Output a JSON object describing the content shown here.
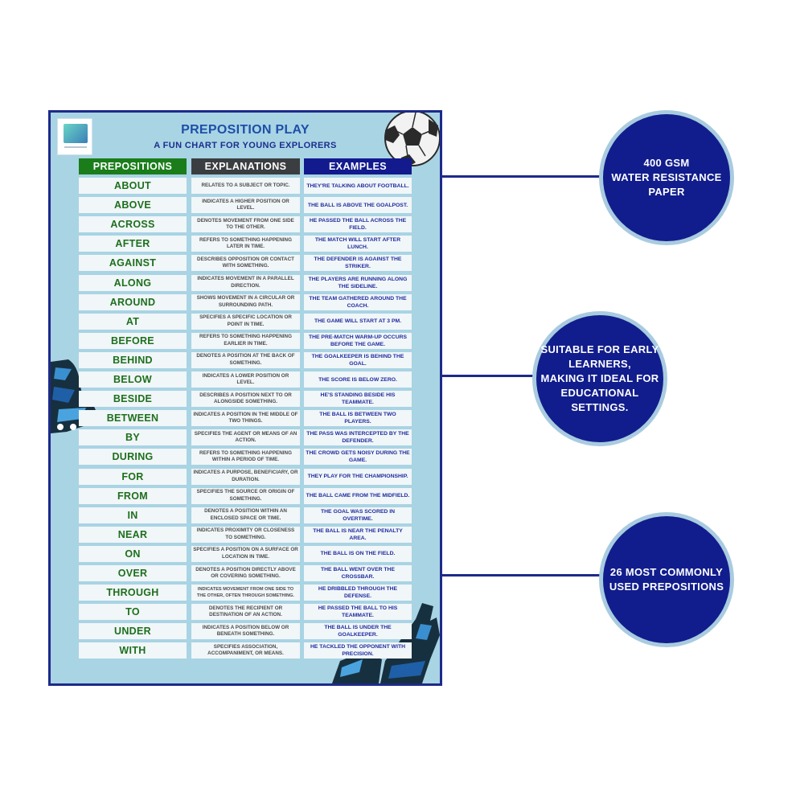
{
  "poster": {
    "title": "PREPOSITION PLAY",
    "subtitle": "A FUN CHART FOR YOUNG EXPLORERS",
    "headers": {
      "prepositions": "PREPOSITIONS",
      "explanations": "EXPLANATIONS",
      "examples": "EXAMPLES"
    },
    "rows": [
      {
        "word": "ABOUT",
        "explanation": "RELATES TO A SUBJECT OR TOPIC.",
        "example": "THEY'RE TALKING ABOUT FOOTBALL."
      },
      {
        "word": "ABOVE",
        "explanation": "INDICATES A HIGHER POSITION OR LEVEL.",
        "example": "THE BALL IS ABOVE THE GOALPOST."
      },
      {
        "word": "ACROSS",
        "explanation": "DENOTES MOVEMENT FROM ONE SIDE TO THE OTHER.",
        "example": "HE PASSED THE BALL ACROSS THE FIELD."
      },
      {
        "word": "AFTER",
        "explanation": "REFERS TO SOMETHING HAPPENING LATER IN TIME.",
        "example": "THE MATCH WILL START AFTER LUNCH."
      },
      {
        "word": "AGAINST",
        "explanation": "DESCRIBES OPPOSITION OR CONTACT WITH SOMETHING.",
        "example": "THE DEFENDER IS AGAINST THE STRIKER."
      },
      {
        "word": "ALONG",
        "explanation": "INDICATES MOVEMENT IN A PARALLEL DIRECTION.",
        "example": "THE PLAYERS ARE RUNNING ALONG THE SIDELINE."
      },
      {
        "word": "AROUND",
        "explanation": "SHOWS MOVEMENT IN A CIRCULAR OR SURROUNDING PATH.",
        "example": "THE TEAM GATHERED AROUND THE COACH."
      },
      {
        "word": "AT",
        "explanation": "SPECIFIES A SPECIFIC LOCATION OR POINT IN TIME.",
        "example": "THE GAME WILL START AT 3 PM."
      },
      {
        "word": "BEFORE",
        "explanation": "REFERS TO SOMETHING HAPPENING EARLIER IN TIME.",
        "example": "THE PRE-MATCH WARM-UP OCCURS BEFORE THE GAME."
      },
      {
        "word": "BEHIND",
        "explanation": "DENOTES A POSITION AT THE BACK OF SOMETHING.",
        "example": "THE GOALKEEPER IS BEHIND THE GOAL."
      },
      {
        "word": "BELOW",
        "explanation": "INDICATES A LOWER POSITION OR LEVEL.",
        "example": "THE SCORE IS BELOW ZERO."
      },
      {
        "word": "BESIDE",
        "explanation": "DESCRIBES A POSITION NEXT TO OR ALONGSIDE SOMETHING.",
        "example": "HE'S STANDING BESIDE HIS TEAMMATE."
      },
      {
        "word": "BETWEEN",
        "explanation": "INDICATES A POSITION IN THE MIDDLE OF TWO THINGS.",
        "example": "THE BALL IS BETWEEN TWO PLAYERS."
      },
      {
        "word": "BY",
        "explanation": "SPECIFIES THE AGENT OR MEANS OF AN ACTION.",
        "example": "THE PASS WAS INTERCEPTED BY THE DEFENDER."
      },
      {
        "word": "DURING",
        "explanation": "REFERS TO SOMETHING HAPPENING WITHIN A PERIOD OF TIME.",
        "example": "THE CROWD GETS NOISY DURING THE GAME."
      },
      {
        "word": "FOR",
        "explanation": "INDICATES A PURPOSE, BENEFICIARY, OR DURATION.",
        "example": "THEY PLAY FOR THE CHAMPIONSHIP."
      },
      {
        "word": "FROM",
        "explanation": "SPECIFIES THE SOURCE OR ORIGIN OF SOMETHING.",
        "example": "THE BALL CAME FROM THE MIDFIELD."
      },
      {
        "word": "IN",
        "explanation": "DENOTES A POSITION WITHIN AN ENCLOSED SPACE OR TIME.",
        "example": "THE GOAL WAS SCORED IN OVERTIME."
      },
      {
        "word": "NEAR",
        "explanation": "INDICATES PROXIMITY OR CLOSENESS TO SOMETHING.",
        "example": "THE BALL IS NEAR THE PENALTY AREA."
      },
      {
        "word": "ON",
        "explanation": "SPECIFIES A POSITION ON A SURFACE OR LOCATION IN TIME.",
        "example": "THE BALL IS ON THE FIELD."
      },
      {
        "word": "OVER",
        "explanation": "DENOTES A POSITION DIRECTLY ABOVE OR COVERING SOMETHING.",
        "example": "THE BALL WENT OVER THE CROSSBAR."
      },
      {
        "word": "THROUGH",
        "explanation": "INDICATES MOVEMENT FROM ONE SIDE TO THE OTHER, OFTEN THROUGH SOMETHING.",
        "example": "HE DRIBBLED THROUGH THE DEFENSE."
      },
      {
        "word": "TO",
        "explanation": "DENOTES THE RECIPIENT OR DESTINATION OF AN ACTION.",
        "example": "HE PASSED THE BALL TO HIS TEAMMATE."
      },
      {
        "word": "UNDER",
        "explanation": "INDICATES A POSITION BELOW OR BENEATH SOMETHING.",
        "example": "THE BALL IS UNDER THE GOALKEEPER."
      },
      {
        "word": "WITH",
        "explanation": "SPECIFIES ASSOCIATION, ACCOMPANIMENT, OR MEANS.",
        "example": "HE TACKLED THE OPPONENT WITH PRECISION."
      }
    ]
  },
  "features": [
    {
      "lines": [
        "400 GSM",
        "WATER RESISTANCE",
        "PAPER"
      ]
    },
    {
      "lines": [
        "SUITABLE FOR EARLY",
        "LEARNERS,",
        "MAKING IT IDEAL FOR",
        "EDUCATIONAL",
        "SETTINGS."
      ]
    },
    {
      "lines": [
        "26 MOST COMMONLY",
        "USED PREPOSITIONS"
      ]
    }
  ],
  "colors": {
    "poster_bg": "#a9d4e4",
    "border": "#1d2a8a",
    "prepositions_header": "#1a7d1a",
    "explanations_header": "#3b3e40",
    "examples_header": "#121a8e",
    "circle_fill": "#111d8c"
  },
  "icons": [
    "logo",
    "soccer-ball-icon",
    "football-boot-icon",
    "goalkeeper-glove-icon"
  ]
}
